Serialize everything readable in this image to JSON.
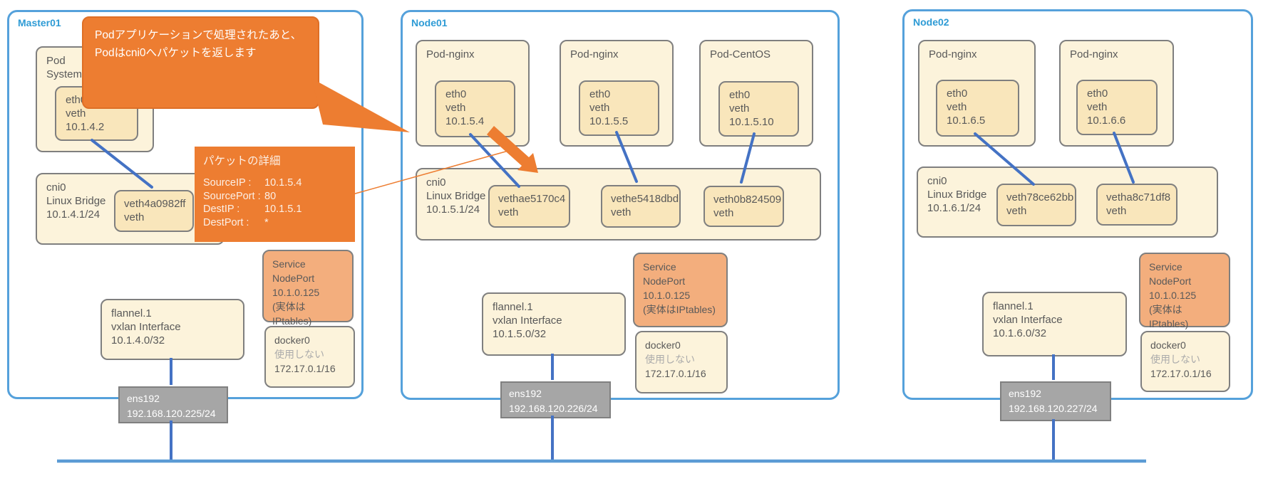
{
  "colors": {
    "node_border_blue": "#55A1DB",
    "node_label_blue": "#2E9BD5",
    "box_fill_light": "#FCF3DB",
    "box_fill_inner": "#F9E6BB",
    "box_border_gray": "#7f7f7f",
    "service_fill_orange": "#F3AE7D",
    "ens_fill_gray": "#A6A6A6",
    "annotation_orange": "#ED7D31",
    "connector_blue": "#4472C4",
    "bus_blue": "#5B9BD5",
    "text_gray": "#595959"
  },
  "callout": {
    "line1": "Podアプリケーションで処理されたあと、",
    "line2": "Podはcni0へパケットを返します"
  },
  "packet": {
    "title": "パケットの詳細",
    "rows": [
      {
        "label": "SourceIP :",
        "value": "10.1.5.4"
      },
      {
        "label": "SourcePort :",
        "value": "80"
      },
      {
        "label": "DestIP :",
        "value": "10.1.5.1"
      },
      {
        "label": "DestPort :",
        "value": "*"
      }
    ]
  },
  "nodes": [
    {
      "label": "Master01",
      "pods": [
        {
          "title": "Pod",
          "subtitle": "System用",
          "eth": [
            "eth0",
            "veth",
            "10.1.4.2"
          ]
        }
      ],
      "bridge": {
        "lines": [
          "cni0",
          "Linux Bridge",
          "10.1.4.1/24"
        ],
        "veths": [
          [
            "veth4a0982ff",
            "veth"
          ]
        ]
      },
      "flannel": [
        "flannel.1",
        "vxlan Interface",
        "10.1.4.0/32"
      ],
      "service": [
        "Service",
        "NodePort",
        "10.1.0.125",
        "(実体はIPtables)"
      ],
      "docker": [
        "docker0",
        "使用しない",
        "172.17.0.1/16"
      ],
      "ens": [
        "ens192",
        "192.168.120.225/24"
      ]
    },
    {
      "label": "Node01",
      "pods": [
        {
          "title": "Pod-nginx",
          "eth": [
            "eth0",
            "veth",
            "10.1.5.4"
          ]
        },
        {
          "title": "Pod-nginx",
          "eth": [
            "eth0",
            "veth",
            "10.1.5.5"
          ]
        },
        {
          "title": "Pod-CentOS",
          "eth": [
            "eth0",
            "veth",
            "10.1.5.10"
          ]
        }
      ],
      "bridge": {
        "lines": [
          "cni0",
          "Linux Bridge",
          "10.1.5.1/24"
        ],
        "veths": [
          [
            "vethae5170c4",
            "veth"
          ],
          [
            "vethe5418dbd",
            "veth"
          ],
          [
            "veth0b824509",
            "veth"
          ]
        ]
      },
      "flannel": [
        "flannel.1",
        "vxlan Interface",
        "10.1.5.0/32"
      ],
      "service": [
        "Service",
        "NodePort",
        "10.1.0.125",
        "(実体はIPtables)"
      ],
      "docker": [
        "docker0",
        "使用しない",
        "172.17.0.1/16"
      ],
      "ens": [
        "ens192",
        "192.168.120.226/24"
      ]
    },
    {
      "label": "Node02",
      "pods": [
        {
          "title": "Pod-nginx",
          "eth": [
            "eth0",
            "veth",
            "10.1.6.5"
          ]
        },
        {
          "title": "Pod-nginx",
          "eth": [
            "eth0",
            "veth",
            "10.1.6.6"
          ]
        }
      ],
      "bridge": {
        "lines": [
          "cni0",
          "Linux Bridge",
          "10.1.6.1/24"
        ],
        "veths": [
          [
            "veth78ce62bb",
            "veth"
          ],
          [
            "vetha8c71df8",
            "veth"
          ]
        ]
      },
      "flannel": [
        "flannel.1",
        "vxlan Interface",
        "10.1.6.0/32"
      ],
      "service": [
        "Service",
        "NodePort",
        "10.1.0.125",
        "(実体はIPtables)"
      ],
      "docker": [
        "docker0",
        "使用しない",
        "172.17.0.1/16"
      ],
      "ens": [
        "ens192",
        "192.168.120.227/24"
      ]
    }
  ]
}
